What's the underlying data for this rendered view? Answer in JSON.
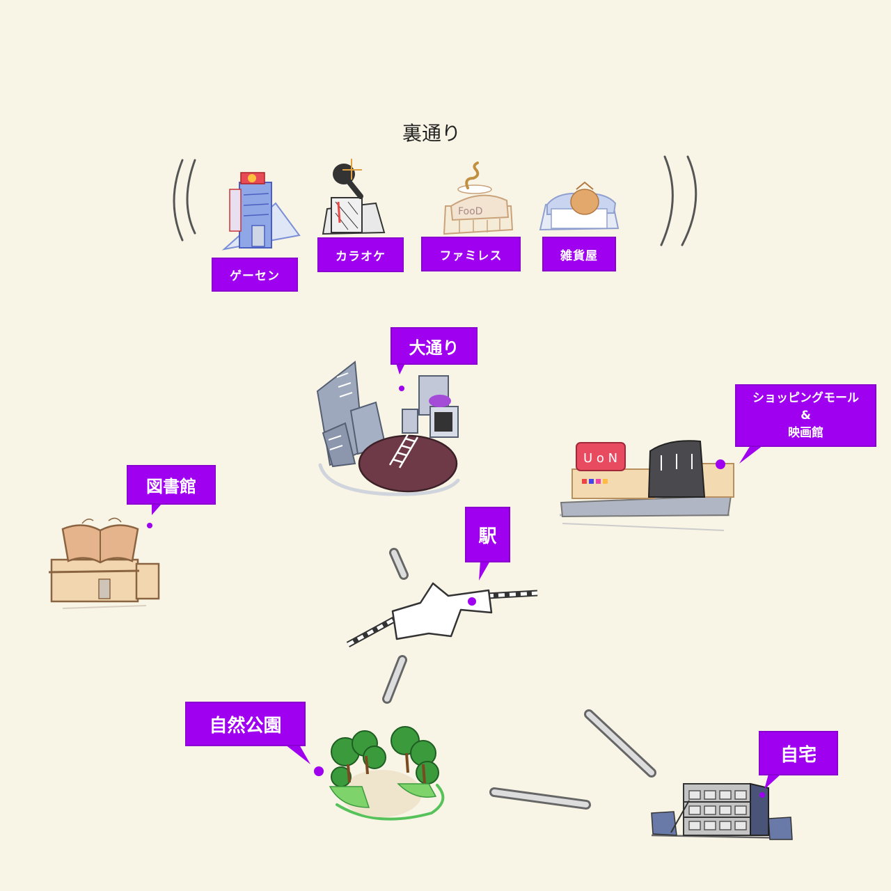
{
  "back_street": {
    "title": "裏通り",
    "spots": [
      {
        "label": "ゲーセン",
        "icon": "game-center-icon"
      },
      {
        "label": "カラオケ",
        "icon": "karaoke-icon"
      },
      {
        "label": "ファミレス",
        "icon": "family-restaurant-icon"
      },
      {
        "label": "雑貨屋",
        "icon": "general-store-icon"
      }
    ]
  },
  "locations": {
    "main_street": {
      "label": "大通り",
      "icon": "main-street-icon"
    },
    "mall": {
      "label_lines": [
        "ショッピングモール",
        "&",
        "映画館"
      ],
      "icon": "shopping-mall-icon"
    },
    "library": {
      "label": "図書館",
      "icon": "library-icon"
    },
    "station": {
      "label": "駅",
      "icon": "station-icon"
    },
    "park": {
      "label": "自然公園",
      "icon": "park-icon"
    },
    "home": {
      "label": "自宅",
      "icon": "apartment-icon"
    }
  },
  "colors": {
    "background": "#f8f4e6",
    "tag": "#a000f0",
    "marker": "#a000f0",
    "road": "#b8b8be"
  }
}
